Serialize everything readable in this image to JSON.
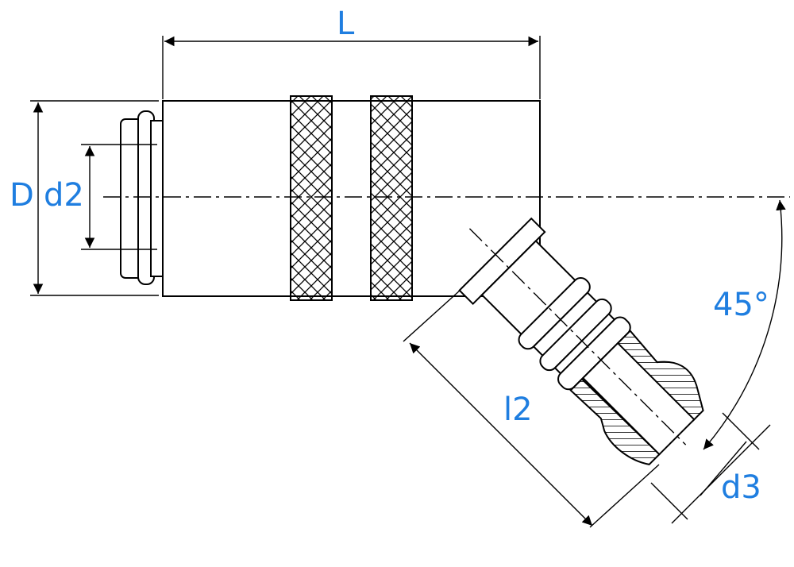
{
  "diagram": {
    "labels": {
      "L": "L",
      "D": "D",
      "d2": "d2",
      "l2": "l2",
      "d3": "d3",
      "angle": "45°"
    },
    "colors": {
      "label": "#1f7ee0",
      "line": "#000000"
    }
  }
}
